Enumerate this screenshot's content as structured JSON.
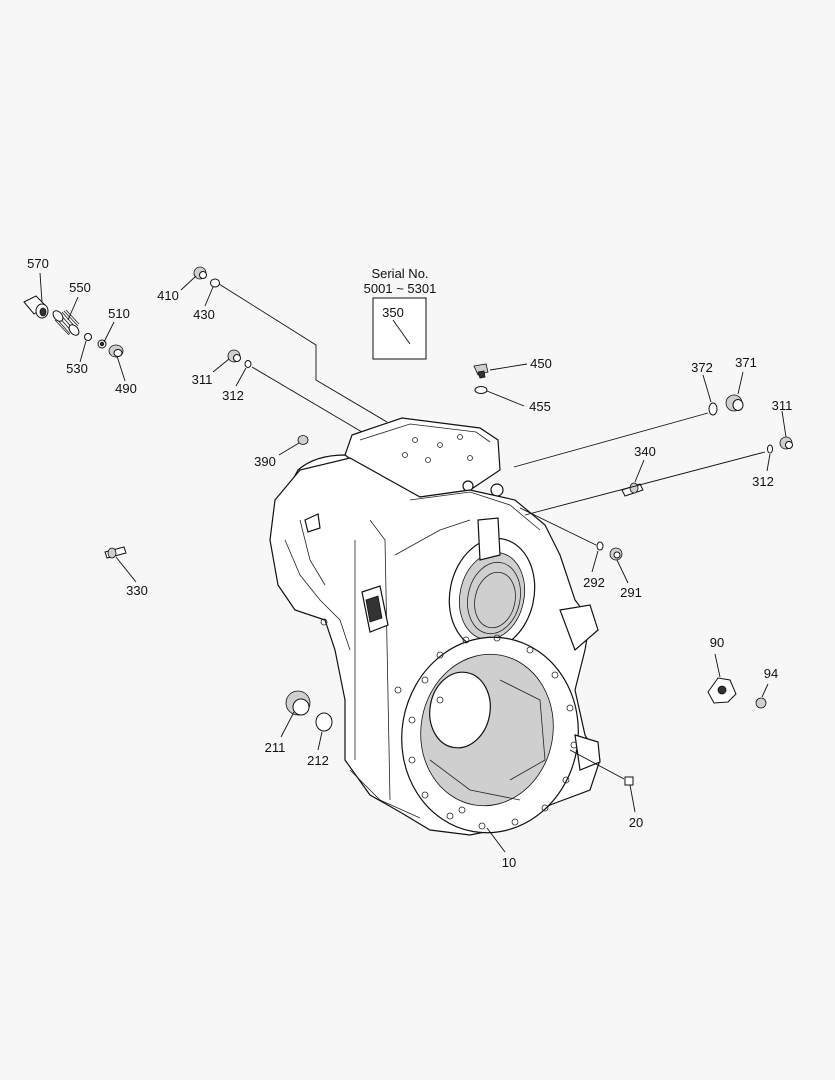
{
  "serial_box": {
    "title": "Serial No.",
    "range": "5001 ~ 5301"
  },
  "callouts": [
    {
      "id": "c570",
      "label": "570"
    },
    {
      "id": "c550",
      "label": "550"
    },
    {
      "id": "c510",
      "label": "510"
    },
    {
      "id": "c530",
      "label": "530"
    },
    {
      "id": "c490",
      "label": "490"
    },
    {
      "id": "c410",
      "label": "410"
    },
    {
      "id": "c430",
      "label": "430"
    },
    {
      "id": "c350",
      "label": "350"
    },
    {
      "id": "c450",
      "label": "450"
    },
    {
      "id": "c455",
      "label": "455"
    },
    {
      "id": "c311a",
      "label": "311"
    },
    {
      "id": "c312a",
      "label": "312"
    },
    {
      "id": "c372",
      "label": "372"
    },
    {
      "id": "c371",
      "label": "371"
    },
    {
      "id": "c311b",
      "label": "311"
    },
    {
      "id": "c312b",
      "label": "312"
    },
    {
      "id": "c390",
      "label": "390"
    },
    {
      "id": "c340",
      "label": "340"
    },
    {
      "id": "c330",
      "label": "330"
    },
    {
      "id": "c292",
      "label": "292"
    },
    {
      "id": "c291",
      "label": "291"
    },
    {
      "id": "c90",
      "label": "90"
    },
    {
      "id": "c94",
      "label": "94"
    },
    {
      "id": "c211",
      "label": "211"
    },
    {
      "id": "c212",
      "label": "212"
    },
    {
      "id": "c20",
      "label": "20"
    },
    {
      "id": "c10",
      "label": "10"
    }
  ]
}
